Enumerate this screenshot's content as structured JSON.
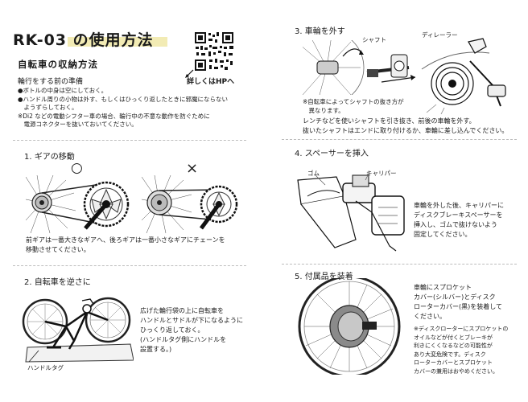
{
  "header": {
    "title": "RK-03 の使用方法",
    "qr_caption": "詳しくはHPへ"
  },
  "storage": {
    "heading": "自転車の収納方法",
    "prep_heading": "輪行をする前の準備",
    "prep_lines": [
      "●ボトルの中身は空にしておく。",
      "●ハンドル周りの小物は外す、もしくはひっくり返したときに邪魔にならない",
      "　ようずらしておく。",
      "※Di2 などの電動シフター車の場合、輪行中の不意な動作を防ぐために",
      "　電源コネクターを抜いておいてください。"
    ]
  },
  "step1": {
    "title": "1. ギアの移動",
    "ok_mark": "○",
    "ng_mark": "×",
    "text": "前ギアは一番大きなギアへ、後ろギアは一番小さなギアにチェーンを\n移動させてください。"
  },
  "step2": {
    "title": "2. 自転車を逆さに",
    "text": "広げた輪行袋の上に自転車を\nハンドルとサドルが下になるように\nひっくり返しておく。\n(ハンドルタグ側にハンドルを\n設置する。)",
    "label_handle_tag": "ハンドルタグ"
  },
  "step3": {
    "title": "3. 車輪を外す",
    "label_shaft": "シャフト",
    "label_derailleur": "ディレーラー",
    "note": "※自転車によってシャフトの抜き方が\n　異なります。",
    "text": "レンチなどを使いシャフトを引き抜き、前後の車輪を外す。\n抜いたシャフトはエンドに取り付けるか、車輪に差し込んでください。"
  },
  "step4": {
    "title": "4. スペーサーを挿入",
    "label_rubber": "ゴム",
    "label_caliper": "キャリパー",
    "text": "車輪を外した後、キャリパーに\nディスクブレーキスペーサーを\n挿入し、ゴムで抜けないよう\n固定してください。"
  },
  "step5": {
    "title": "5. 付属品を装着",
    "text": "車輪にスプロケット\nカバー(シルバー)とディスク\nローターカバー(黒)を装着して\nください。",
    "note": "※ディスクローターにスプロケットの\nオイルなどが付くとブレーキが\n利きにくくなるなどの可能性が\nあり大変危険です。ディスク\nローターカバーとスプロケット\nカバーの兼用はおやめください。"
  }
}
